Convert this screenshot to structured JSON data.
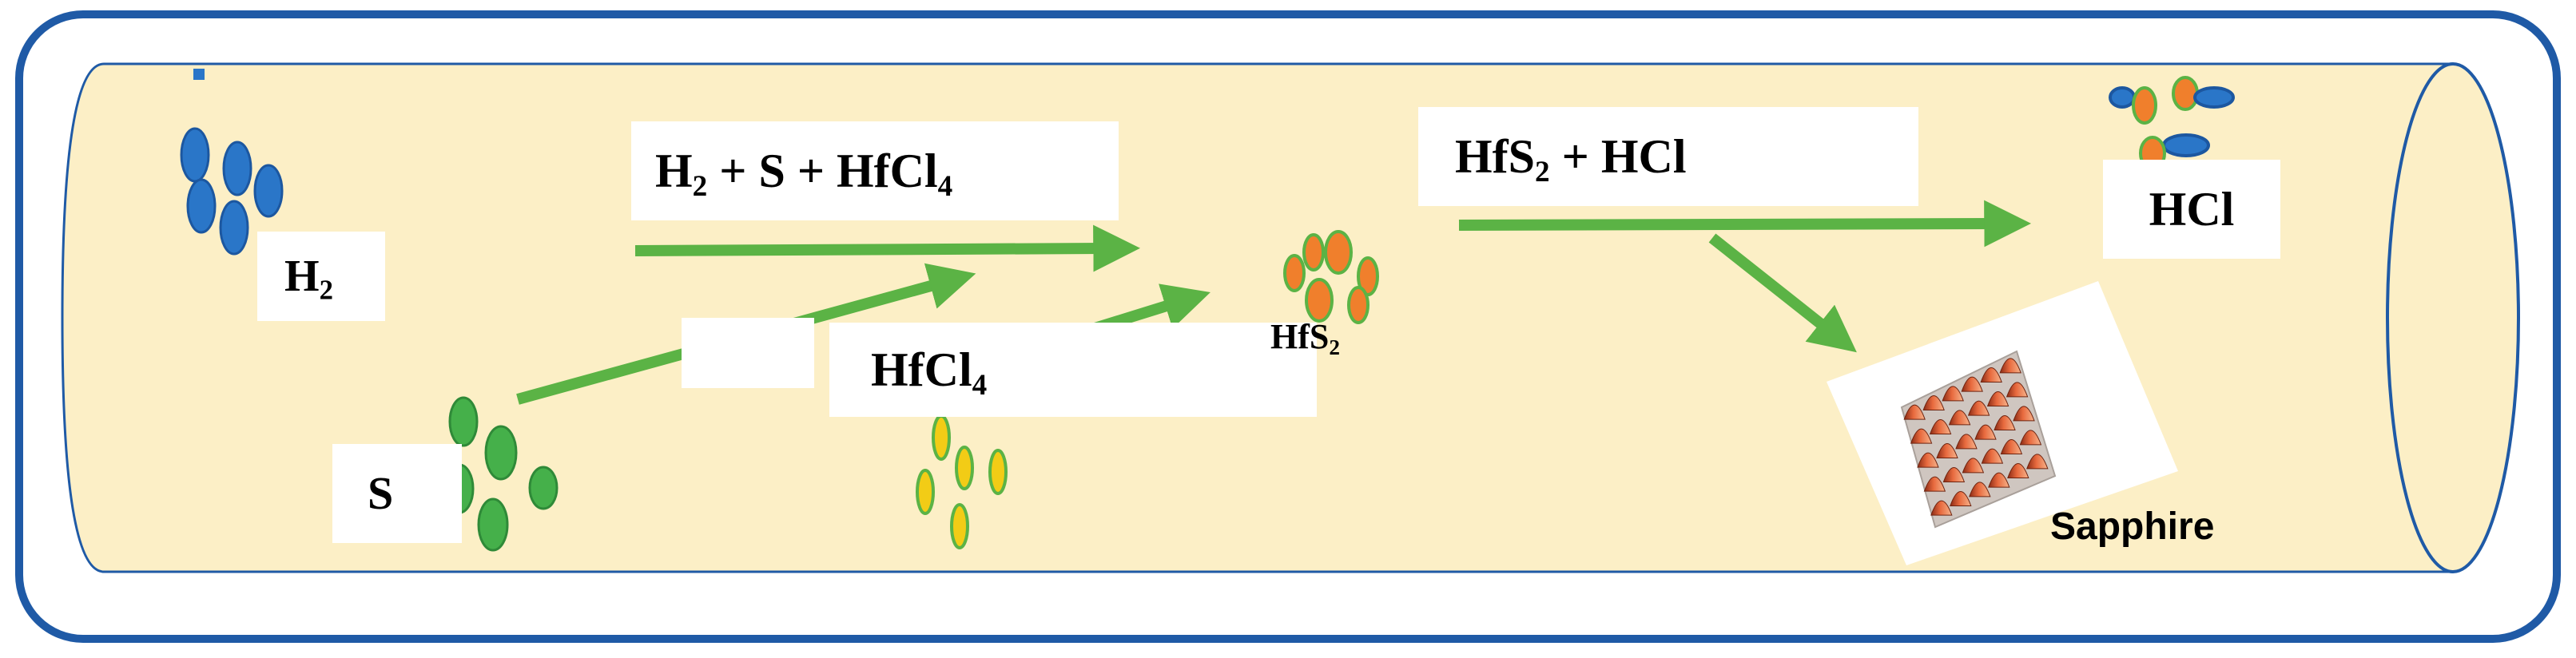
{
  "colors": {
    "frame": "#1f5aa6",
    "tube_fill": "#fcefc6",
    "tube_edge": "#1f5aa6",
    "arrow": "#5bb345",
    "h2_molecule": "#2a76c8",
    "s_molecule": "#45b04a",
    "hfcl4_molecule": "#f2cc16",
    "hfs2_molecule": "#f07f2c",
    "molecule_outline": "#5bb345",
    "h2_outline": "#1c57a0",
    "hcl_blue": "#2a76c8"
  },
  "labels": {
    "h2": {
      "main": "H",
      "sub": "2"
    },
    "s": "S",
    "reaction": {
      "p1": "H",
      "s1": "2",
      "p2": " + S + HfCl",
      "s2": "4"
    },
    "hfcl4": {
      "main": "HfCl",
      "sub": "4"
    },
    "hfs2": {
      "main": "HfS",
      "sub": "2"
    },
    "product": {
      "p1": "HfS",
      "s1": "2",
      "p2": " + HCl"
    },
    "hcl": "HCl",
    "sapphire": "Sapphire"
  },
  "icons": {
    "substrate": "sapphire-substrate-with-cone-array-icon"
  }
}
